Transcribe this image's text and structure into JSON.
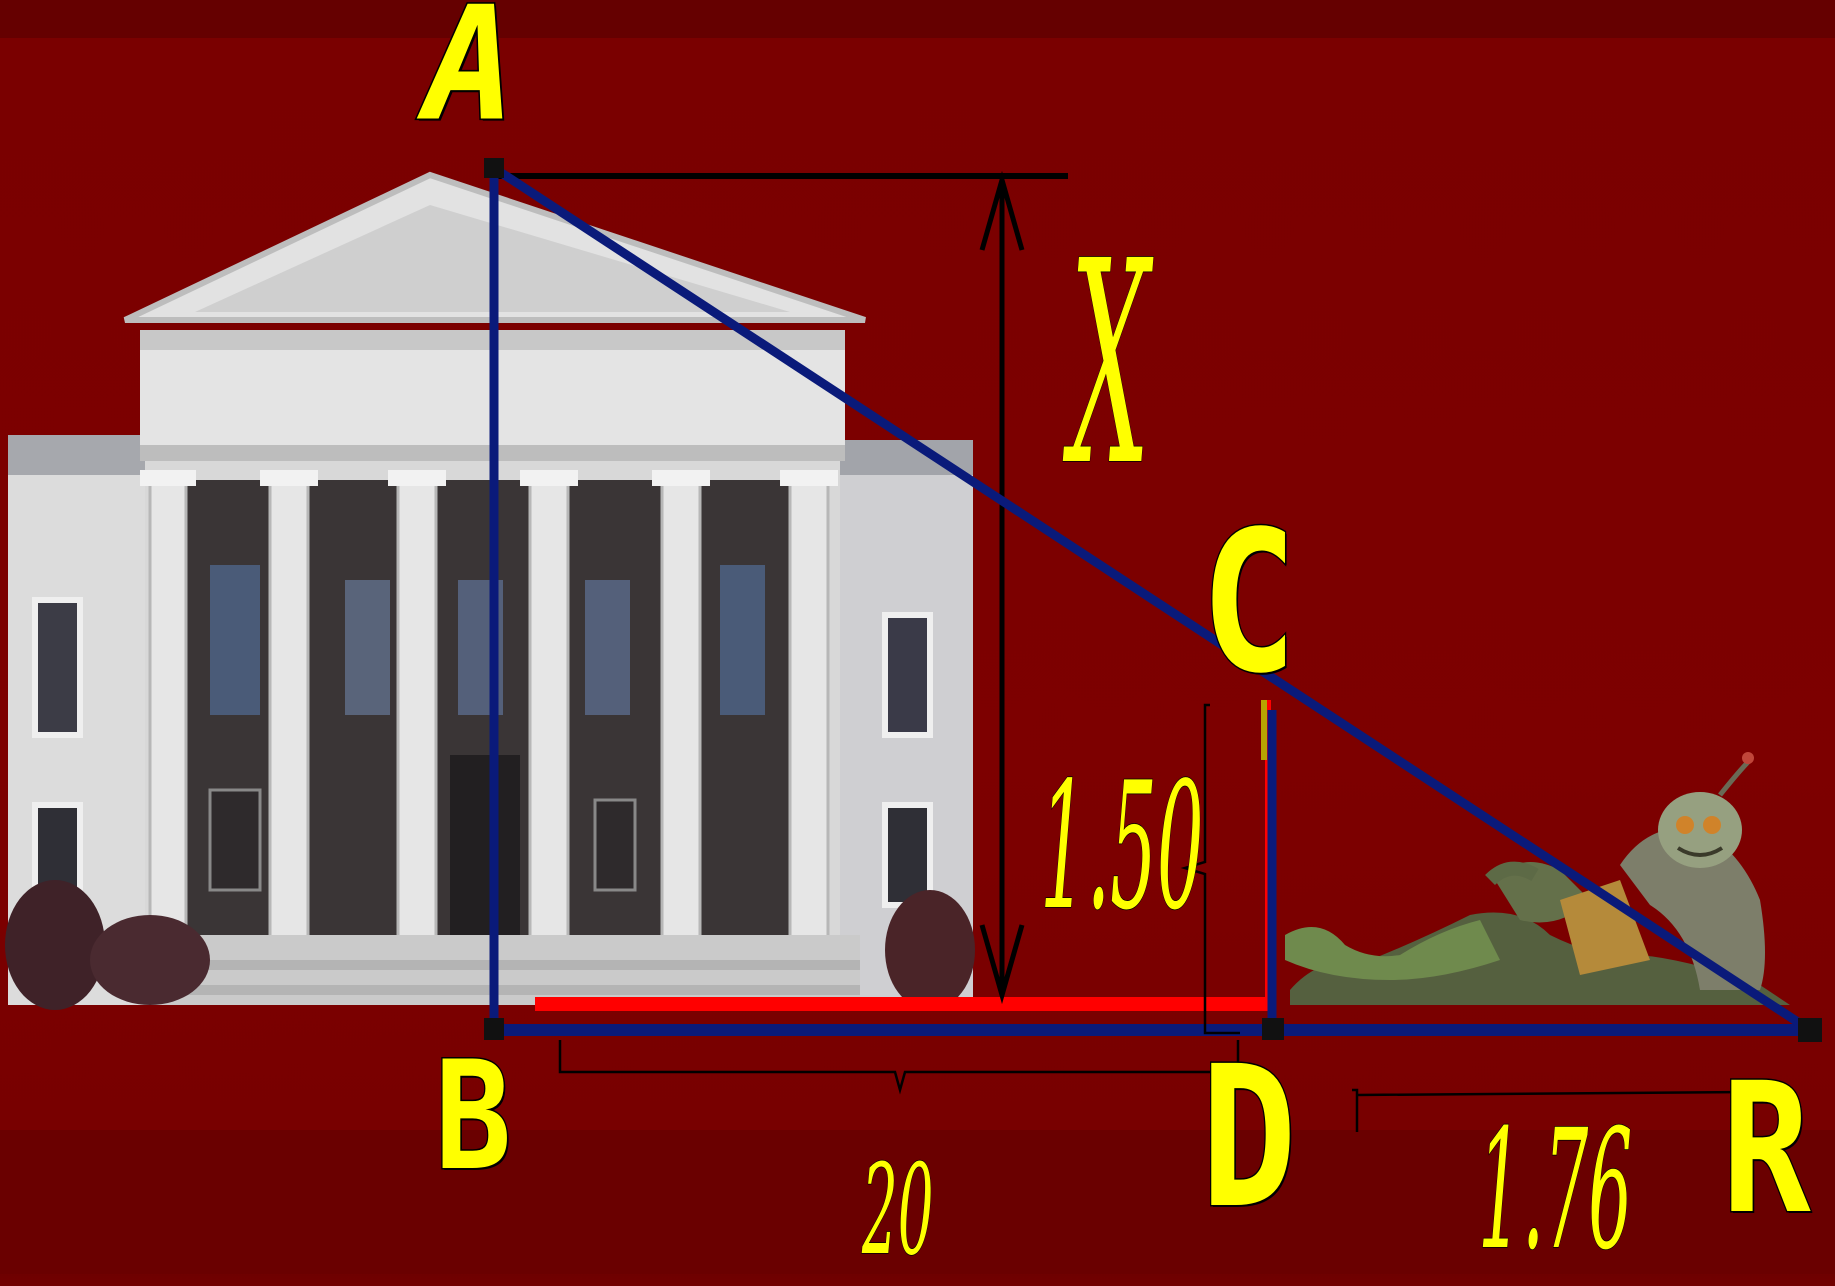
{
  "points": {
    "A": "A",
    "B": "B",
    "C": "C",
    "D": "D",
    "R": "R"
  },
  "measurements": {
    "height_unknown": "X",
    "person_height": "1.50",
    "distance_BD": "20",
    "distance_DR": "1.76"
  },
  "colors": {
    "background": "#7d0000",
    "label": "#ffff00",
    "triangle_line": "#0a1a7a",
    "base_highlight": "#ff0000",
    "dimension_line": "#000000"
  },
  "icons": [
    "building-photo",
    "creature-figure"
  ]
}
